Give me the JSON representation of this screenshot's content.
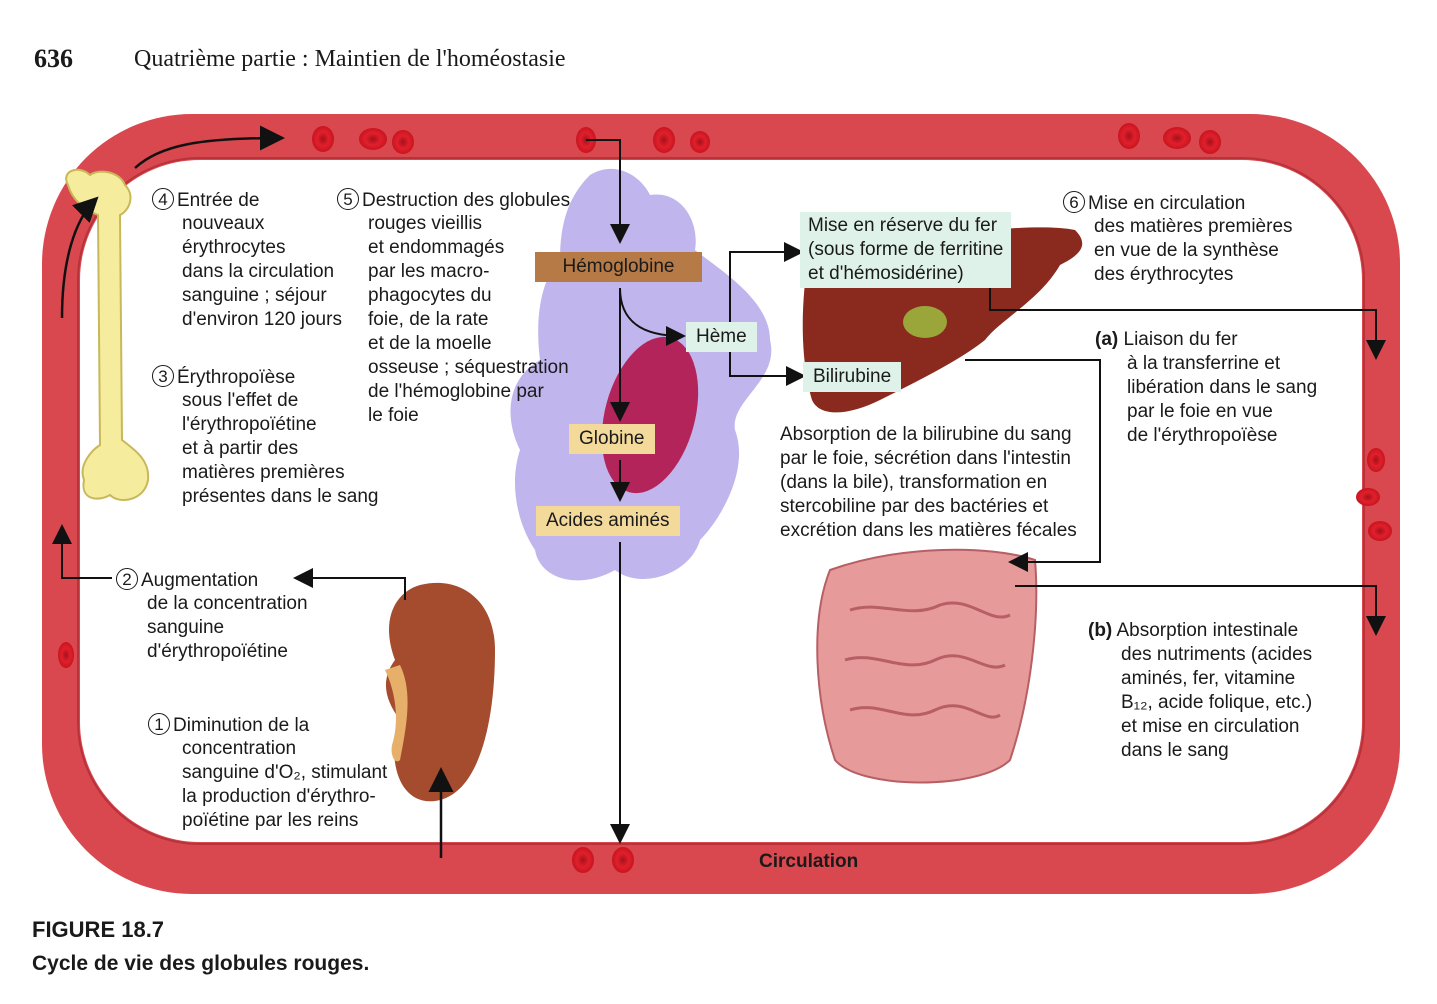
{
  "header": {
    "page_number": "636",
    "section_title": "Quatrième partie : Maintien de l'homéostasie"
  },
  "figure": {
    "label": "FIGURE 18.7",
    "caption": "Cycle de vie des globules rouges."
  },
  "colors": {
    "vessel": "#d9474f",
    "vessel_inner": "#ffffff",
    "rbc": "#d41f2a",
    "bone": "#f5ec9e",
    "macrophage": "#b7a9e6",
    "liver": "#8a2a1e",
    "kidney": "#a54b2e",
    "intestine": "#e79a9a",
    "hemoglobine_box": "#b57a46",
    "globine_box": "#f3d99a",
    "heme_box": "#dff2ea"
  },
  "circulation_label": "Circulation",
  "steps": [
    {
      "number": "1",
      "lines": [
        "Diminution de la",
        "concentration",
        "sanguine d'O₂, stimulant",
        "la production d'érythro-",
        "poïétine par les reins"
      ]
    },
    {
      "number": "2",
      "lines": [
        "Augmentation",
        "de la concentration",
        "sanguine",
        "d'érythropoïétine"
      ]
    },
    {
      "number": "3",
      "lines": [
        "Érythropoïèse",
        "sous l'effet de",
        "l'érythropoïétine",
        "et à partir des",
        "matières premières",
        "présentes dans le sang"
      ]
    },
    {
      "number": "4",
      "lines": [
        "Entrée de",
        "nouveaux",
        "érythrocytes",
        "dans la circulation",
        "sanguine ; séjour",
        "d'environ 120 jours"
      ]
    },
    {
      "number": "5",
      "lines": [
        "Destruction des globules",
        "rouges vieillis",
        "et endommagés",
        "par les macro-",
        "phagocytes du",
        "foie, de la rate",
        "et de la moelle",
        "osseuse ; séquestration",
        "de l'hémoglobine par",
        "le foie"
      ]
    },
    {
      "number": "6",
      "lines": [
        "Mise en circulation",
        "des matières premières",
        "en vue de la synthèse",
        "des érythrocytes"
      ]
    }
  ],
  "substeps": [
    {
      "letter": "(a)",
      "lines": [
        "Liaison du fer",
        "à la transferrine et",
        "libération dans le sang",
        "par le foie en vue",
        "de l'érythropoïèse"
      ]
    },
    {
      "letter": "(b)",
      "lines": [
        "Absorption intestinale",
        "des nutriments (acides",
        "aminés, fer, vitamine",
        "B₁₂, acide folique, etc.)",
        "et mise en circulation",
        "dans le sang"
      ]
    }
  ],
  "boxes": {
    "hemoglobine": "Hémoglobine",
    "heme": "Hème",
    "globine": "Globine",
    "acides_amines": "Acides aminés",
    "bilirubine": "Bilirubine",
    "fer_reserve": "Mise en réserve du fer\n(sous forme de ferritine\net d'hémosidérine)"
  },
  "bilirubin_text": [
    "Absorption de la bilirubine du sang",
    "par le foie, sécrétion dans l'intestin",
    "(dans la bile), transformation en",
    "stercobiline par des bactéries et",
    "excrétion dans les matières fécales"
  ]
}
